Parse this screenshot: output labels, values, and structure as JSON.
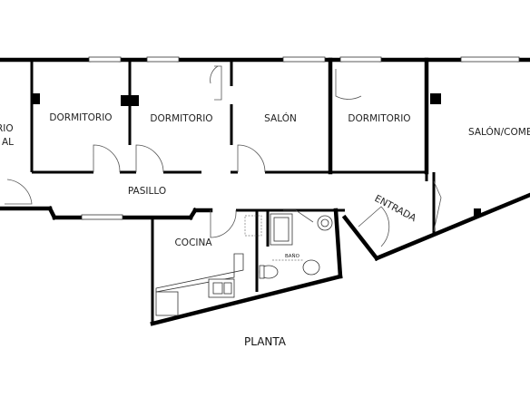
{
  "rooms": {
    "dormitorio_principal": "DORMITORIO PRINCIPAL",
    "dormitorio_1": "DORMITORIO",
    "dormitorio_2": "DORMITORIO",
    "salon": "SALÓN",
    "dormitorio_3": "DORMITORIO",
    "salon_comedor": "SALÓN/COMEDOR",
    "pasillo": "PASILLO",
    "entrada": "ENTRADA",
    "cocina": "COCINA",
    "bano": "BAÑO"
  },
  "title": "PLANTA",
  "colors": {
    "wall": "#000000",
    "background": "#ffffff",
    "text": "#222222"
  }
}
